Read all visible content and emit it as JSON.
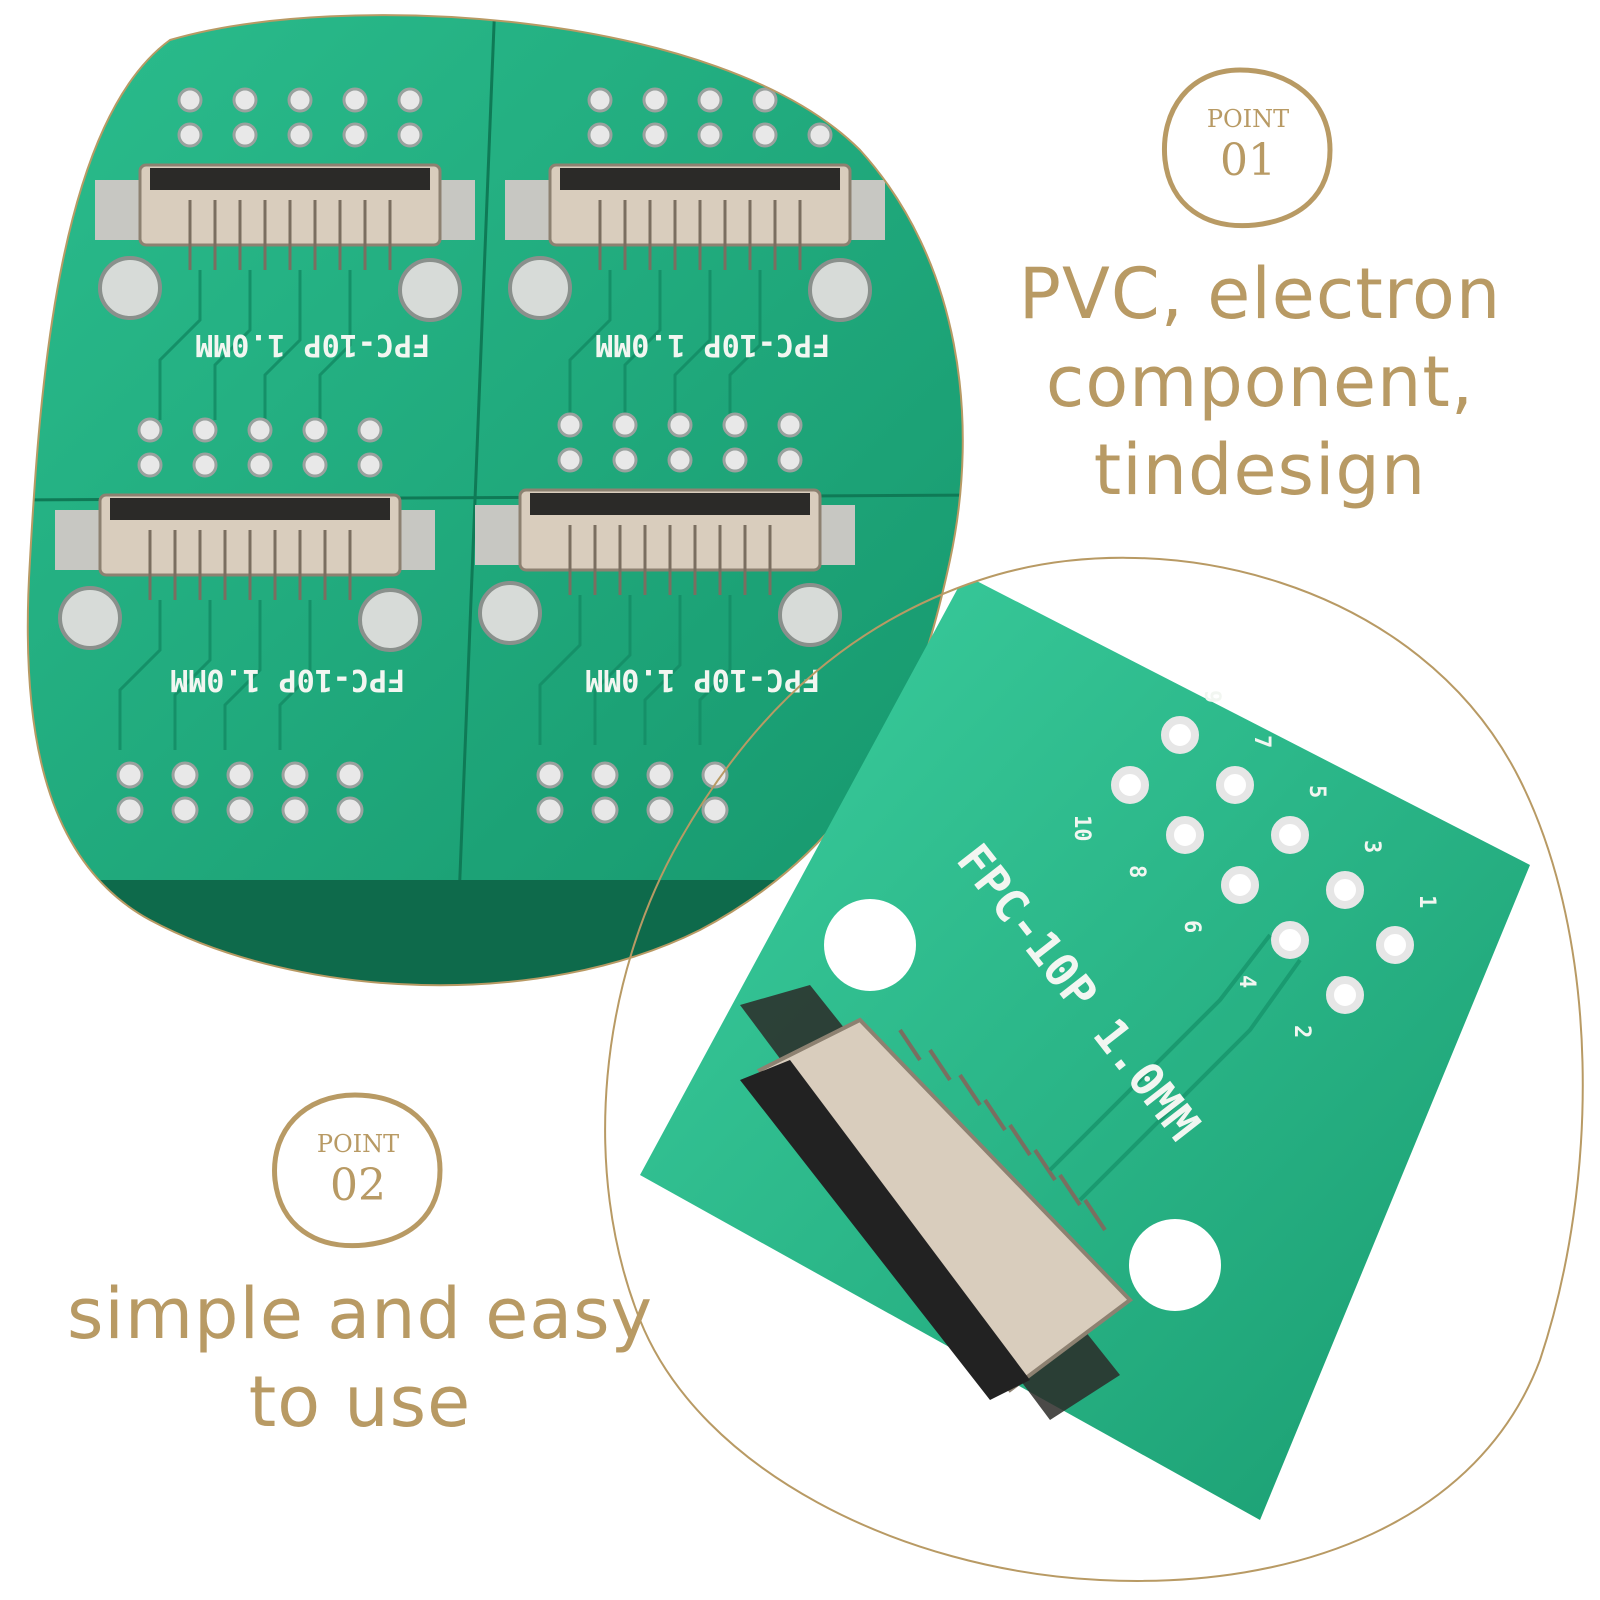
{
  "points": [
    {
      "label": "POINT",
      "number": "01",
      "lines": [
        "PVC, electron",
        "component,",
        "tindesign"
      ]
    },
    {
      "label": "POINT",
      "number": "02",
      "lines": [
        "simple and easy",
        "to use"
      ]
    }
  ],
  "board": {
    "label": "FPC-10P 1.0MM",
    "pins_even": [
      "2",
      "4",
      "6",
      "8",
      "10"
    ],
    "pins_odd": [
      "1",
      "3",
      "5",
      "7",
      "9"
    ]
  },
  "colors": {
    "accent": "#b89a64",
    "pcb_green": "#1fa77a",
    "pcb_light": "#37c79a",
    "connector": "#d9cdbd",
    "background": "#ffffff"
  }
}
